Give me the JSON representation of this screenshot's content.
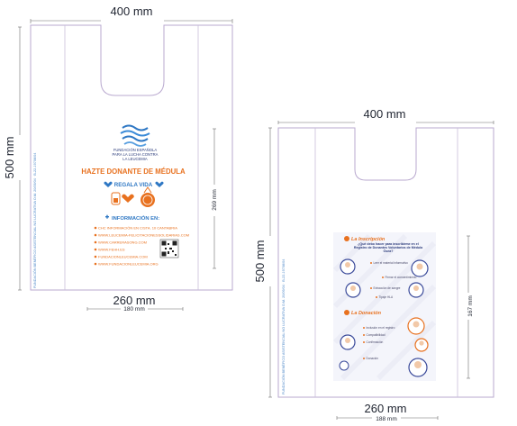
{
  "bag_left": {
    "dimensions": {
      "top_width": "400 mm",
      "height": "500 mm",
      "bottom_width": "260 mm",
      "print_width": "180 mm",
      "print_height": "269 mm"
    },
    "side_text": "FUNDACIÓN BENÉFICO ASISTENCIAL NO LUCRATIVA O.M. 20/09/04 · B-22-19708/04",
    "print": {
      "org_line1": "FUNDACIÓN ESPAÑOLA",
      "org_line2": "PARA LA LUCHA CONTRA",
      "org_line3": "LA LEUCEMIA",
      "headline": "HAZTE DONANTE DE MÉDULA",
      "subheadline": "REGALA VIDA",
      "info_title": "INFORMACIÓN EN:",
      "info_items": [
        "CHC INFORMACIÓN EN C/STA. 10 CANTABRIA",
        "WWW.LEUCEMIA-FELICITACIONESSOLIDARIAS.COM",
        "WWW.CARRERASONG.COM",
        "WWW.FEHH.ES",
        "FUNDACIONLEUCEMIA.COM",
        "WWW.FUNDACIONLEUCEMIA.ORG"
      ]
    }
  },
  "bag_right": {
    "dimensions": {
      "top_width": "400 mm",
      "height": "500 mm",
      "bottom_width": "260 mm",
      "print_width": "188 mm",
      "print_height": "167 mm"
    },
    "side_text": "FUNDACIÓN BENÉFICO ASISTENCIAL NO LUCRATIVA O.M. 20/09/04 · B-22-19708/04",
    "print": {
      "section1_title": "La Inscripción",
      "section1_question": "¿Qué debo hacer para inscribirme en el Registro de Donantes Voluntarios de Médula Ósea?",
      "section2_title": "La Donación",
      "items": [
        "Leer el material informativo",
        "Firmar el consentimiento",
        "Extracción de sangre",
        "Tipaje HLA",
        "Inclusión en el registro",
        "Compatibilidad",
        "Confirmación",
        "Donación"
      ]
    }
  },
  "colors": {
    "outline": "#b9a9cf",
    "orange": "#e8711f",
    "blue": "#2f78c4",
    "navy": "#2a3a7a"
  }
}
